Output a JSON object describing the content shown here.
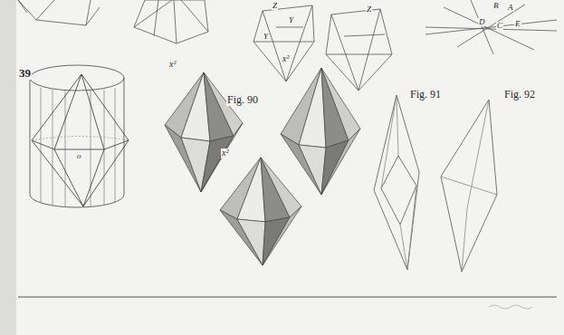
{
  "diagram": {
    "labels": [
      "39",
      "o",
      "x²",
      "Fig. 90",
      "x²",
      "x²",
      "Fig. 91",
      "Fig. 92",
      "Z",
      "Y",
      "Y",
      "Z",
      "B",
      "A",
      "D",
      "C",
      "E"
    ]
  }
}
